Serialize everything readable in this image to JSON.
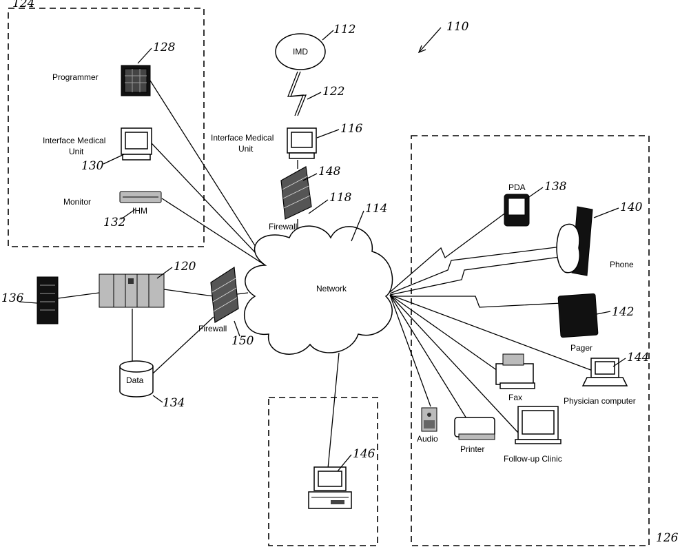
{
  "labels": {
    "programmer": "Programmer",
    "interface_medical_unit_left": "Interface Medical\nUnit",
    "monitor": "Monitor",
    "ihm": "IHM",
    "imd": "IMD",
    "interface_medical_unit_top": "Interface Medical\nUnit",
    "firewall_top": "Firewall",
    "network": "Network",
    "firewall_left": "Firewall",
    "data": "Data",
    "pda": "PDA",
    "phone": "Phone",
    "pager": "Pager",
    "physician_computer": "Physician computer",
    "fax": "Fax",
    "audio": "Audio",
    "printer": "Printer",
    "follow_up_clinic": "Follow-up Clinic"
  },
  "refs": {
    "r110": "110",
    "r112": "112",
    "r114": "114",
    "r116": "116",
    "r118": "118",
    "r120": "120",
    "r122": "122",
    "r124": "124",
    "r126": "126",
    "r128": "128",
    "r130": "130",
    "r132": "132",
    "r134": "134",
    "r136": "136",
    "r138": "138",
    "r140": "140",
    "r142": "142",
    "r144": "144",
    "r146": "146",
    "r148": "148",
    "r150": "150"
  }
}
